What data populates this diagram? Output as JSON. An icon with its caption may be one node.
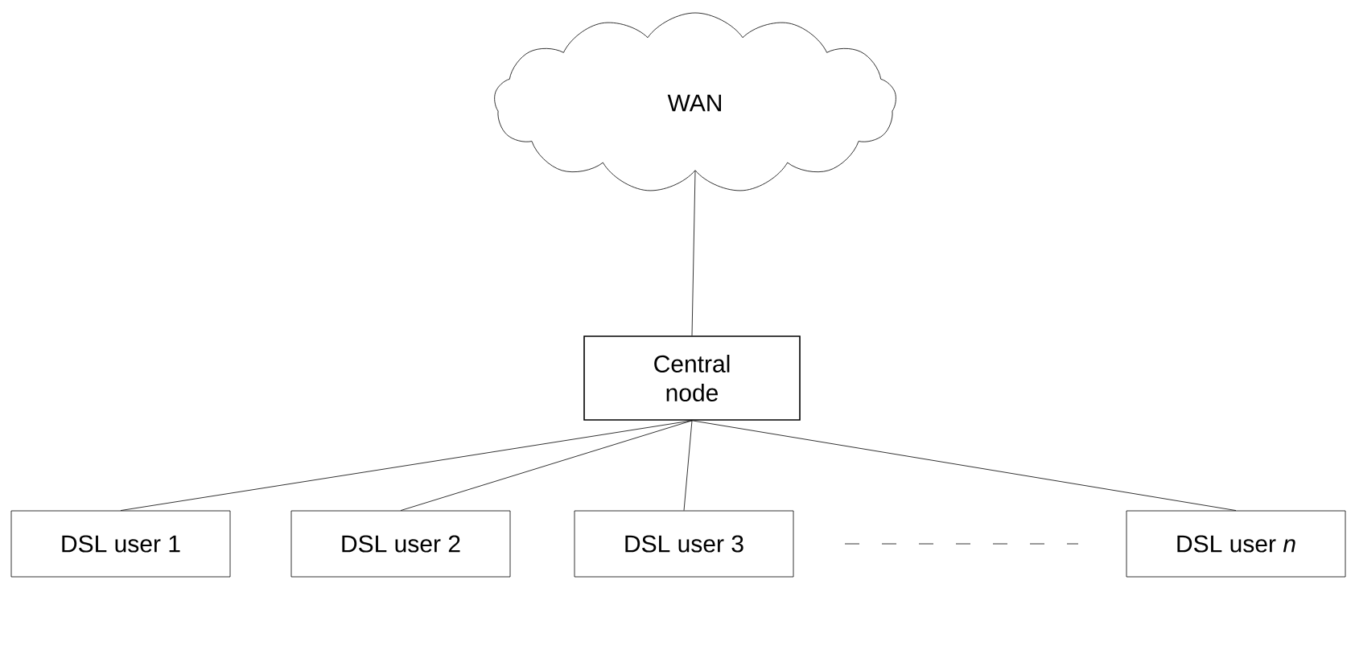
{
  "diagram": {
    "nodes": [
      {
        "text": [
          "WAN"
        ]
      },
      {
        "text": [
          "Central node"
        ]
      },
      {
        "text": [
          "DSL user 1"
        ]
      },
      {
        "text": [
          "DSL user 2"
        ]
      },
      {
        "text": [
          "DSL user 3"
        ]
      },
      {
        "text": [
          "DSL user *n*"
        ]
      }
    ],
    "edges": [
      {
        "from": 0,
        "to": 1,
        "arrow": "none"
      },
      {
        "from": 1,
        "to": 2,
        "arrow": "none"
      },
      {
        "from": 1,
        "to": 3,
        "arrow": "none"
      },
      {
        "from": 1,
        "to": 4,
        "arrow": "none"
      },
      {
        "from": 1,
        "to": 5,
        "arrow": "none"
      }
    ]
  }
}
